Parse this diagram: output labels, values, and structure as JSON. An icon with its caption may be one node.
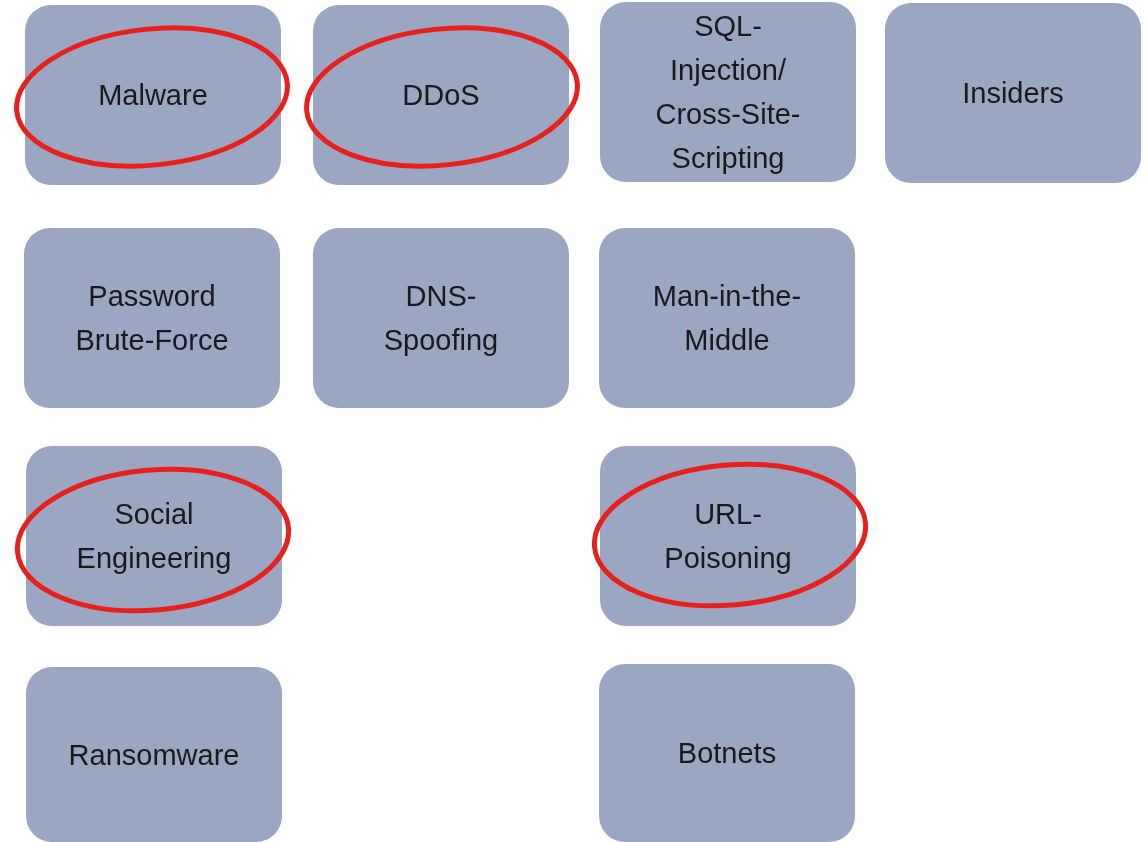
{
  "diagram": {
    "nodes": [
      {
        "text": [
          "Malware"
        ]
      },
      {
        "text": [
          "DDoS"
        ]
      },
      {
        "text": [
          "SQL- Injection/ Cross-Site- Scripting"
        ]
      },
      {
        "text": [
          "Insiders"
        ]
      },
      {
        "text": [
          "Password Brute-Force"
        ]
      },
      {
        "text": [
          "DNS- Spoofing"
        ]
      },
      {
        "text": [
          "Man-in-the- Middle"
        ]
      },
      {
        "text": [
          "Social Engineering"
        ]
      },
      {
        "text": [
          "URL- Poisoning"
        ]
      },
      {
        "text": [
          "Ransomware"
        ]
      },
      {
        "text": [
          "Botnets"
        ]
      }
    ]
  }
}
